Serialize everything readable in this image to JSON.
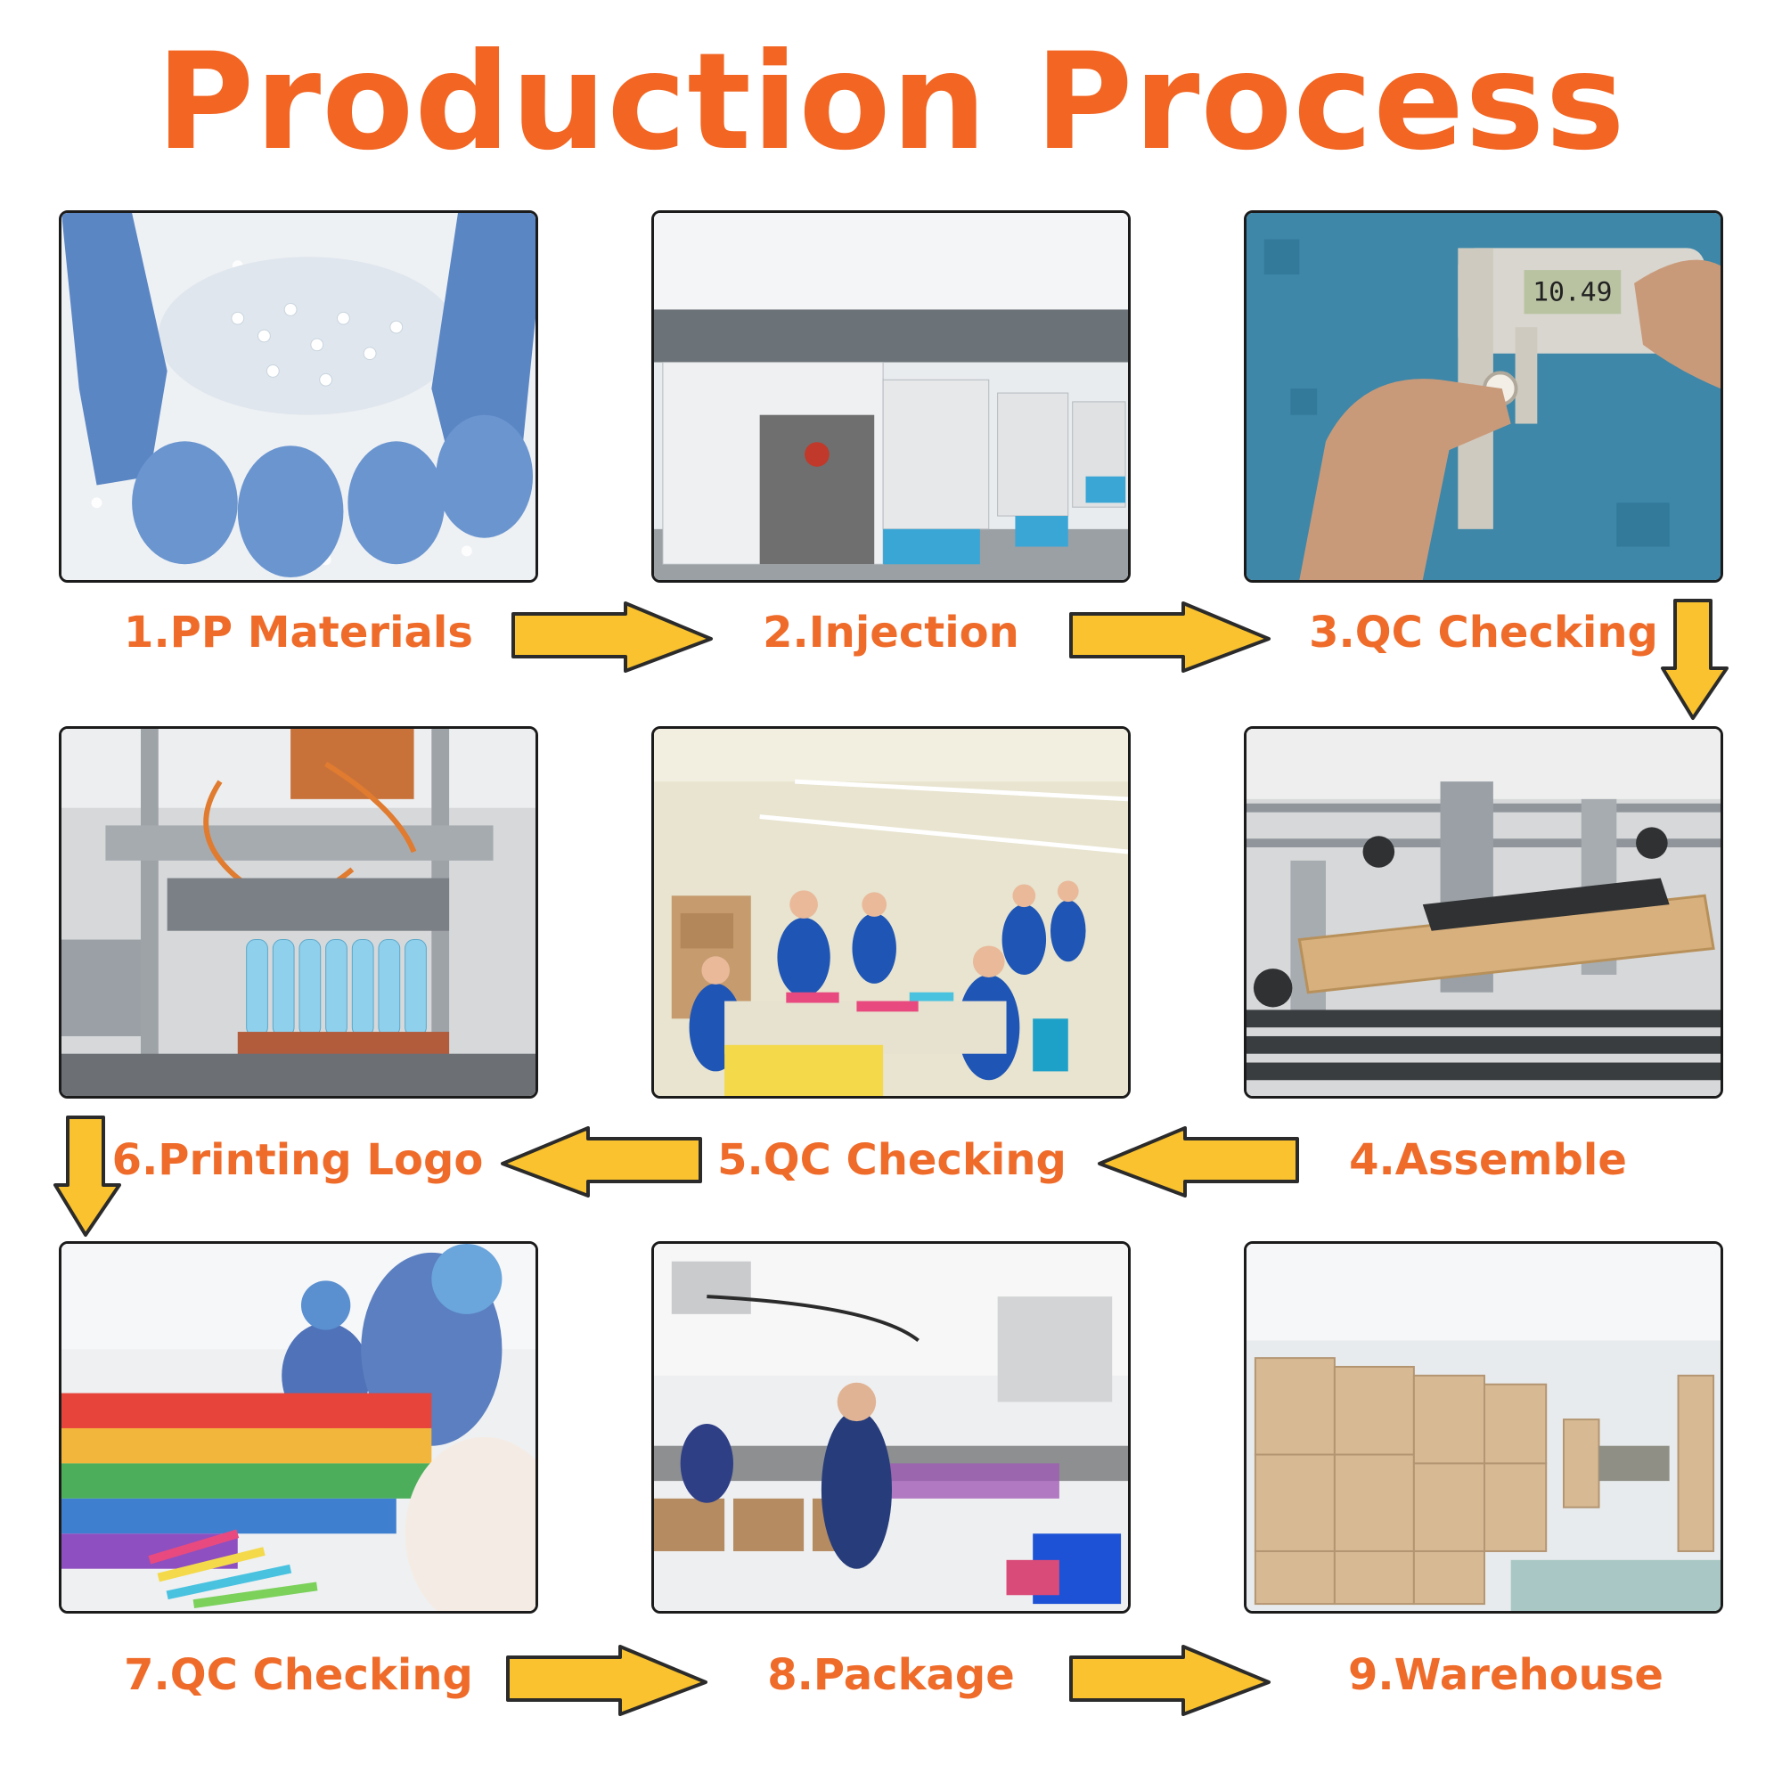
{
  "title": "Production Process",
  "colors": {
    "title": "#f26522",
    "label": "#ef6b2a",
    "arrow_fill": "#f9c22e",
    "arrow_stroke": "#2b2b2b"
  },
  "steps": [
    {
      "label": "1.PP Materials",
      "photo": "plastic pellets in gloved hands"
    },
    {
      "label": "2.Injection",
      "photo": "injection molding machines"
    },
    {
      "label": "3.QC Checking",
      "photo": "caliper measuring part"
    },
    {
      "label": "4.Assemble",
      "photo": "assembly machine"
    },
    {
      "label": "5.QC Checking",
      "photo": "workers at inspection line"
    },
    {
      "label": "6.Printing Logo",
      "photo": "logo printing machine"
    },
    {
      "label": "7.QC Checking",
      "photo": "workers checking markers"
    },
    {
      "label": "8.Package",
      "photo": "packaging workshop"
    },
    {
      "label": "9.Warehouse",
      "photo": "cartons stacked in warehouse"
    }
  ]
}
